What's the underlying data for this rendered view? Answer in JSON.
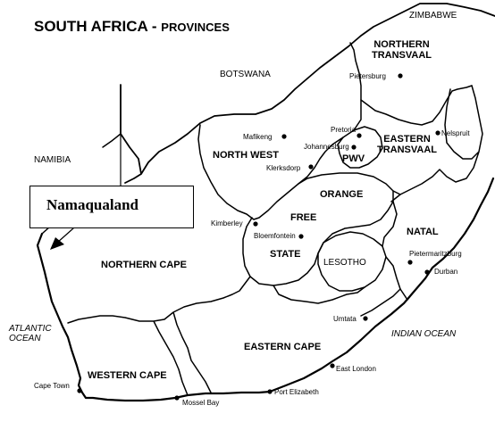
{
  "title": {
    "main": "SOUTH AFRICA - ",
    "sub": "PROVINCES"
  },
  "callout": "Namaqualand",
  "countries": {
    "zimbabwe": "ZIMBABWE",
    "botswana": "BOTSWANA",
    "namibia": "NAMIBIA",
    "lesotho": "LESOTHO"
  },
  "provinces": {
    "northern_transvaal": "NORTHERN\nTRANSVAAL",
    "eastern_transvaal": "EASTERN\nTRANSVAAL",
    "north_west": "NORTH WEST",
    "pwv": "PWV",
    "orange": "ORANGE",
    "free": "FREE",
    "state": "STATE",
    "natal": "NATAL",
    "northern_cape": "NORTHERN CAPE",
    "eastern_cape": "EASTERN CAPE",
    "western_cape": "WESTERN CAPE"
  },
  "cities": {
    "pietersburg": "Pietersburg",
    "nelspruit": "Nelspruit",
    "pretoria": "Pretoria",
    "mafikeng": "Mafikeng",
    "johannesburg": "Johannesburg",
    "klerksdorp": "Klerksdorp",
    "kimberley": "Kimberley",
    "bloemfontein": "Bloemfontein",
    "pietermaritzburg": "Pietermaritzburg",
    "durban": "Durban",
    "umtata": "Umtata",
    "east_london": "East London",
    "port_elizabeth": "Port Elizabeth",
    "mossel_bay": "Mossel Bay",
    "cape_town": "Cape Town"
  },
  "oceans": {
    "atlantic": "ATLANTIC\nOCEAN",
    "indian": "INDIAN OCEAN"
  },
  "colors": {
    "ink": "#000000",
    "paper": "#ffffff"
  }
}
